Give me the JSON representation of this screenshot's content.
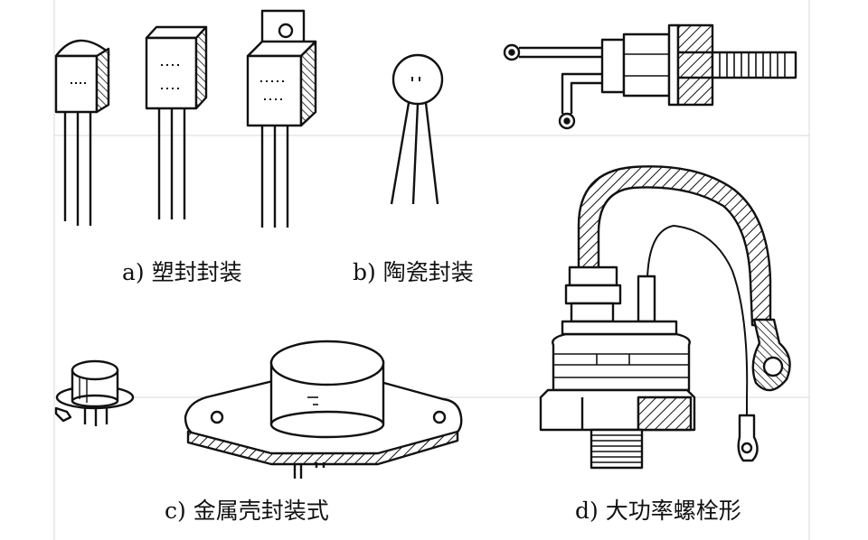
{
  "captions": {
    "a": "a) 塑封封装",
    "b": "b) 陶瓷封装",
    "c": "c) 金属壳封装式",
    "d": "d) 大功率螺栓形"
  }
}
